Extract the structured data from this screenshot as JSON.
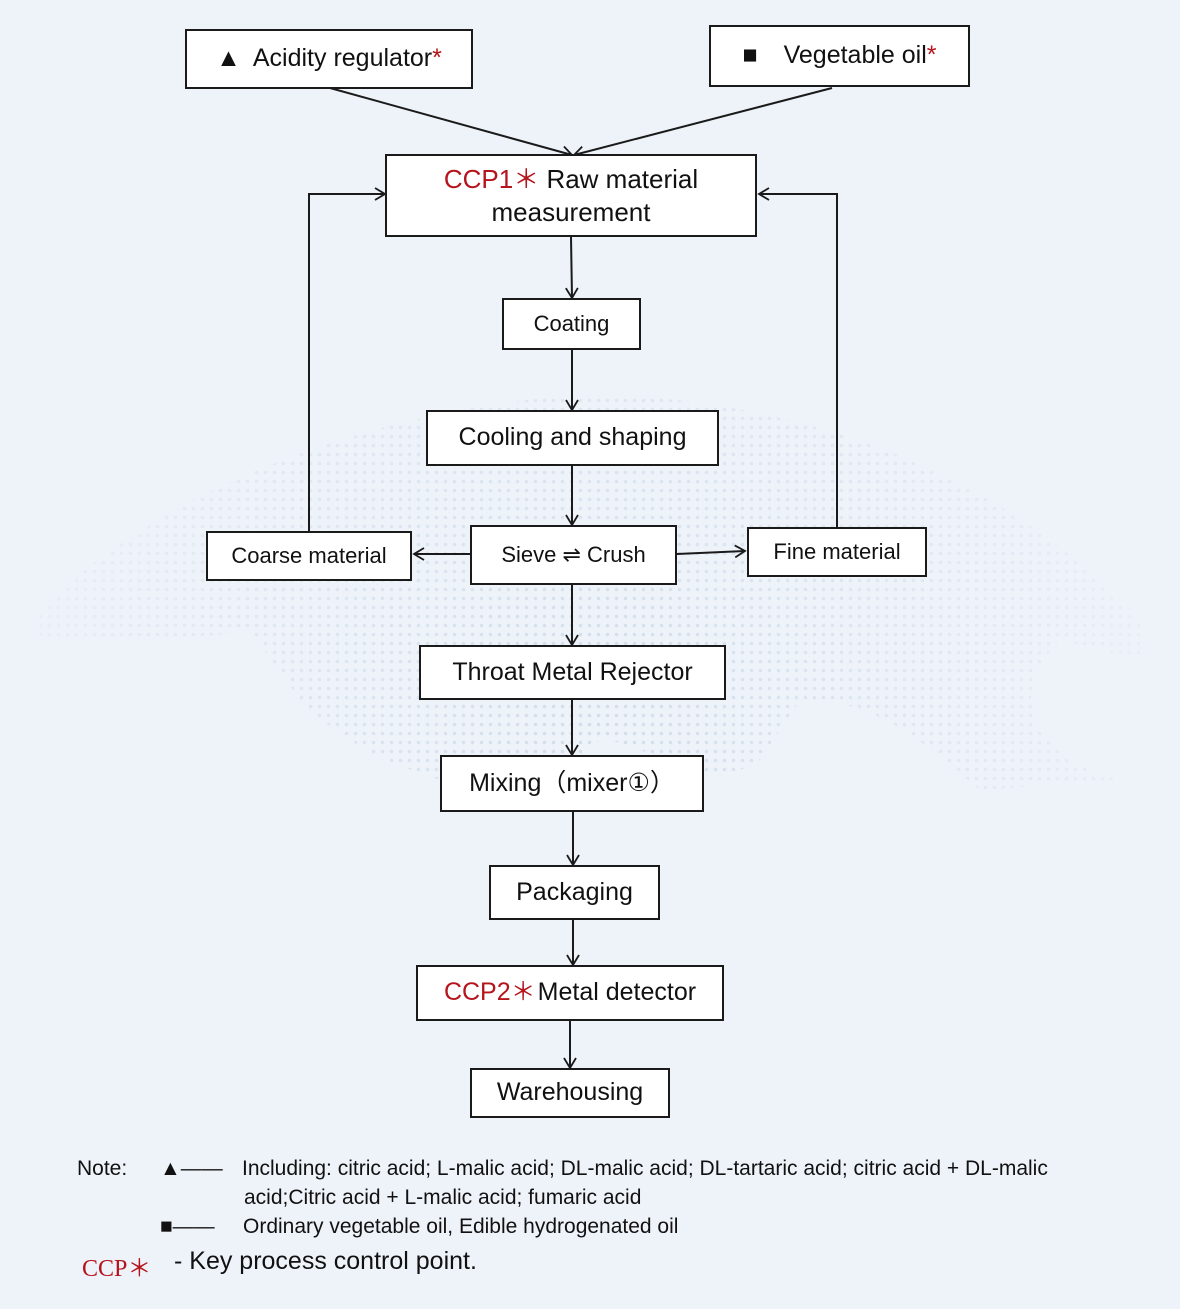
{
  "inputs": {
    "acidity": {
      "symbol": "▲",
      "label": "Acidity regulator",
      "star": "*"
    },
    "oil": {
      "symbol": "■",
      "label": "Vegetable oil",
      "star": "*"
    }
  },
  "steps": {
    "raw_material": {
      "ccp": "CCP1",
      "star": "＊",
      "label_line1": "Raw material",
      "label_line2": "measurement"
    },
    "coating": "Coating",
    "cooling": "Cooling and shaping",
    "sieve": "Sieve ⇌ Crush",
    "coarse": "Coarse material",
    "fine": "Fine material",
    "throat": "Throat Metal Rejector",
    "mixing": "Mixing（mixer①）",
    "packaging": "Packaging",
    "metal_detector": {
      "ccp": "CCP2",
      "star": "＊",
      "label": "Metal detector"
    },
    "warehousing": "Warehousing"
  },
  "notes": {
    "note_label": "Note:",
    "triangle_marker": "▲——",
    "triangle_text_line1": "Including: citric acid; L-malic acid; DL-malic acid; DL-tartaric acid; citric acid + DL-malic",
    "triangle_text_line2": "acid;Citric acid + L-malic acid; fumaric acid",
    "square_marker": "■——",
    "square_text": "Ordinary vegetable oil, Edible hydrogenated oil",
    "ccp_label": "CCP＊",
    "ccp_text": "- Key process control point."
  },
  "colors": {
    "ccp_red": "#b5141c",
    "background": "#eef3fa",
    "line": "#1a1a1a"
  }
}
